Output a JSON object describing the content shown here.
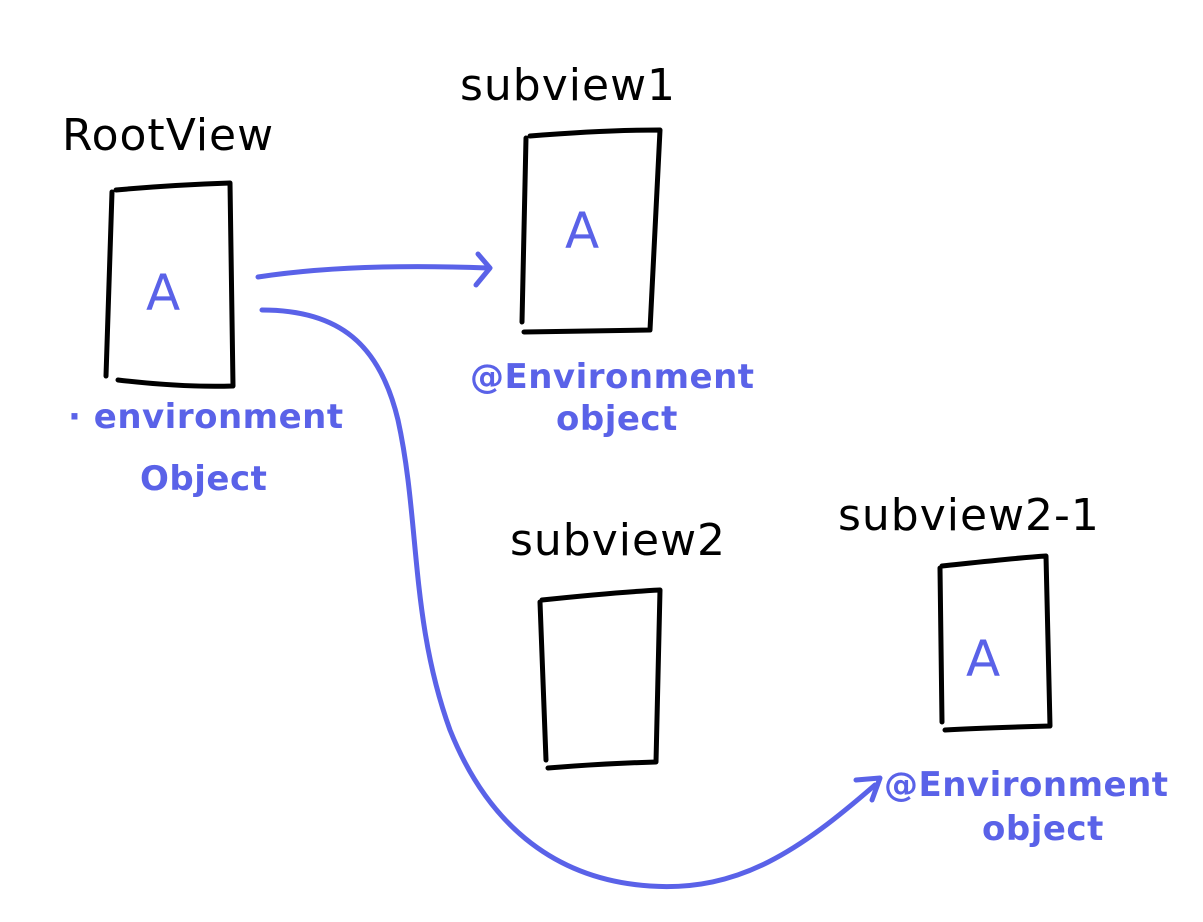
{
  "colors": {
    "ink": "#000000",
    "accent": "#5a62e8"
  },
  "views": {
    "root": {
      "title": "RootView",
      "content": "A",
      "annotation_line1": "· environment",
      "annotation_line2": "Object"
    },
    "subview1": {
      "title": "subview1",
      "content": "A",
      "annotation_line1": "@Environment",
      "annotation_line2": "object"
    },
    "subview2": {
      "title": "subview2"
    },
    "subview2_1": {
      "title": "subview2-1",
      "content": "A",
      "annotation_line1": "@Environment",
      "annotation_line2": "object"
    }
  }
}
